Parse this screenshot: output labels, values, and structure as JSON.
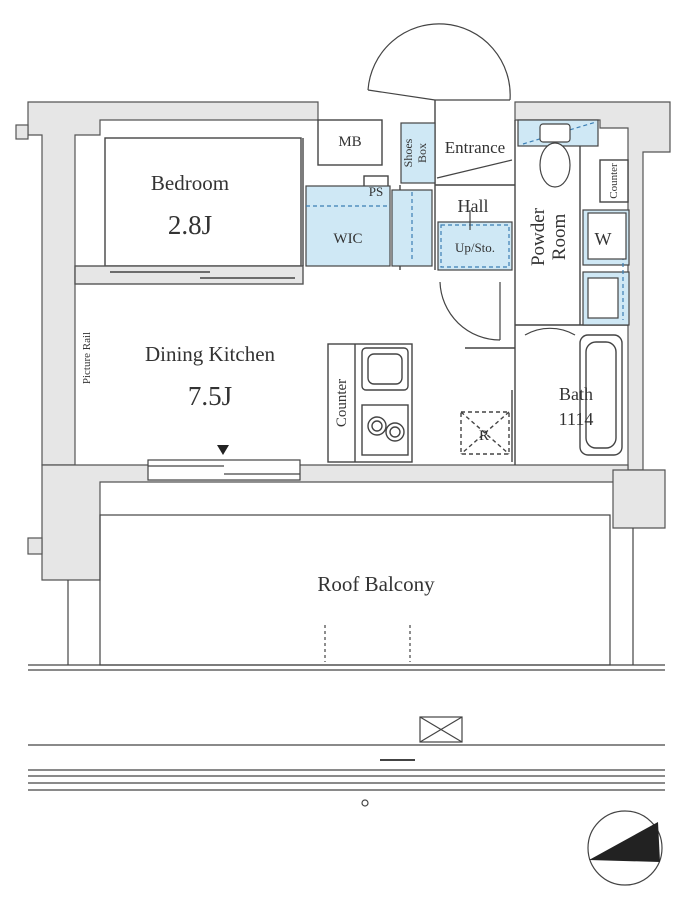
{
  "rooms": {
    "bedroom": {
      "name": "Bedroom",
      "size": "2.8J"
    },
    "dining_kitchen": {
      "name": "Dining Kitchen",
      "size": "7.5J"
    },
    "roof_balcony": "Roof Balcony",
    "wic": "WIC",
    "hall": "Hall",
    "entrance": "Entrance",
    "powder_room_line1": "Powder",
    "powder_room_line2": "Room",
    "bath": {
      "name": "Bath",
      "size": "1114"
    }
  },
  "fixtures": {
    "mb": "MB",
    "ps": "PS",
    "shoes_box_line1": "Shoes",
    "shoes_box_line2": "Box",
    "up_sto": "Up/Sto.",
    "counter_kitchen": "Counter",
    "counter_powder": "Counter",
    "washer": "W",
    "refrigerator": "R",
    "picture_rail": "Picture Rail"
  },
  "colors": {
    "wall": "#e6e6e6",
    "wall_stroke": "#555555",
    "storage_blue": "#cfe8f5",
    "line": "#444444"
  },
  "icons": {
    "compass": "north-arrow-icon",
    "marker": "triangle-down-icon",
    "vent": "vent-box-icon"
  }
}
